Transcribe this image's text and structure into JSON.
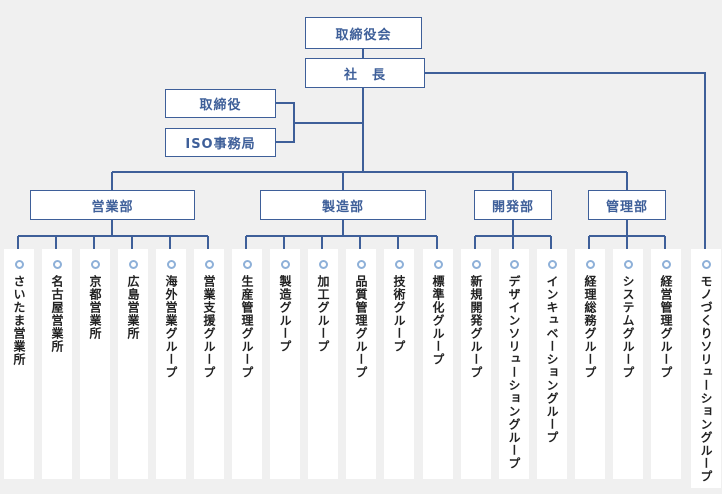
{
  "org": {
    "board": "取締役会",
    "president": "社　長",
    "director": "取締役",
    "iso": "ISO事務局",
    "departments": [
      {
        "id": "sales",
        "label": "営業部",
        "units": [
          "さいたま営業所",
          "名古屋営業所",
          "京都営業所",
          "広島営業所",
          "海外営業グループ",
          "営業支援グループ"
        ]
      },
      {
        "id": "manufacturing",
        "label": "製造部",
        "units": [
          "生産管理グループ",
          "製造グループ",
          "加工グループ",
          "品質管理グループ",
          "技術グループ",
          "標準化グループ"
        ]
      },
      {
        "id": "development",
        "label": "開発部",
        "units": [
          "新規開発グループ",
          "デザインソリューショングループ",
          "インキュベーショングループ"
        ]
      },
      {
        "id": "management",
        "label": "管理部",
        "units": [
          "経理総務グループ",
          "システムグループ",
          "経営管理グループ"
        ]
      }
    ],
    "direct_unit": "モノづくりソリューショングループ"
  },
  "colors": {
    "line": "#3e5f99",
    "dot": "#8eb0d8",
    "background": "#f0f0f0"
  }
}
